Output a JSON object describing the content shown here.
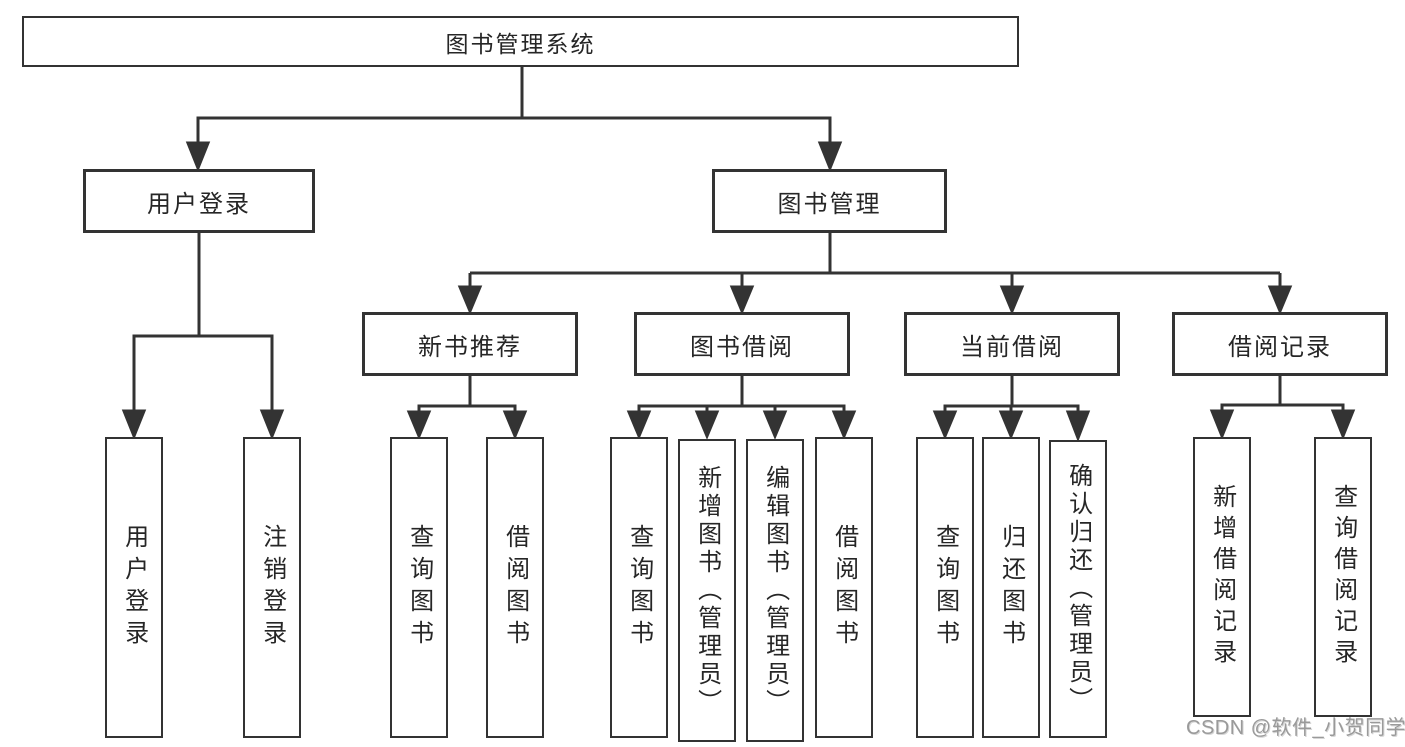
{
  "diagram": {
    "root": {
      "id": "library-management-system",
      "label": "图书管理系统"
    },
    "level2": [
      {
        "id": "user-login",
        "label": "用户登录",
        "parent": "library-management-system"
      },
      {
        "id": "book-management",
        "label": "图书管理",
        "parent": "library-management-system"
      }
    ],
    "level3": [
      {
        "id": "new-book-recommend",
        "label": "新书推荐",
        "parent": "book-management"
      },
      {
        "id": "book-borrowing",
        "label": "图书借阅",
        "parent": "book-management"
      },
      {
        "id": "current-borrowing",
        "label": "当前借阅",
        "parent": "book-management"
      },
      {
        "id": "borrowing-records",
        "label": "借阅记录",
        "parent": "book-management"
      }
    ],
    "leaves": [
      {
        "id": "user-login-action",
        "label": "用户登录",
        "parent": "user-login"
      },
      {
        "id": "logout-action",
        "label": "注销登录",
        "parent": "user-login"
      },
      {
        "id": "query-books-recommend",
        "label": "查询图书",
        "parent": "new-book-recommend"
      },
      {
        "id": "borrow-books-recommend",
        "label": "借阅图书",
        "parent": "new-book-recommend"
      },
      {
        "id": "query-books-borrowing",
        "label": "查询图书",
        "parent": "book-borrowing"
      },
      {
        "id": "add-books-admin",
        "label": "新增图书（管理员）",
        "parent": "book-borrowing"
      },
      {
        "id": "edit-books-admin",
        "label": "编辑图书（管理员）",
        "parent": "book-borrowing"
      },
      {
        "id": "borrow-books-borrowing",
        "label": "借阅图书",
        "parent": "book-borrowing"
      },
      {
        "id": "query-books-current",
        "label": "查询图书",
        "parent": "current-borrowing"
      },
      {
        "id": "return-books",
        "label": "归还图书",
        "parent": "current-borrowing"
      },
      {
        "id": "confirm-return-admin",
        "label": "确认归还（管理员）",
        "parent": "current-borrowing"
      },
      {
        "id": "add-borrow-record",
        "label": "新增借阅记录",
        "parent": "borrowing-records"
      },
      {
        "id": "query-borrow-record",
        "label": "查询借阅记录",
        "parent": "borrowing-records"
      }
    ],
    "watermark": "CSDN @软件_小贺同学",
    "colors": {
      "line": "#333333",
      "border": "#333333",
      "text": "#262626",
      "watermark_text": "#9a9a9a",
      "background": "#ffffff"
    }
  }
}
